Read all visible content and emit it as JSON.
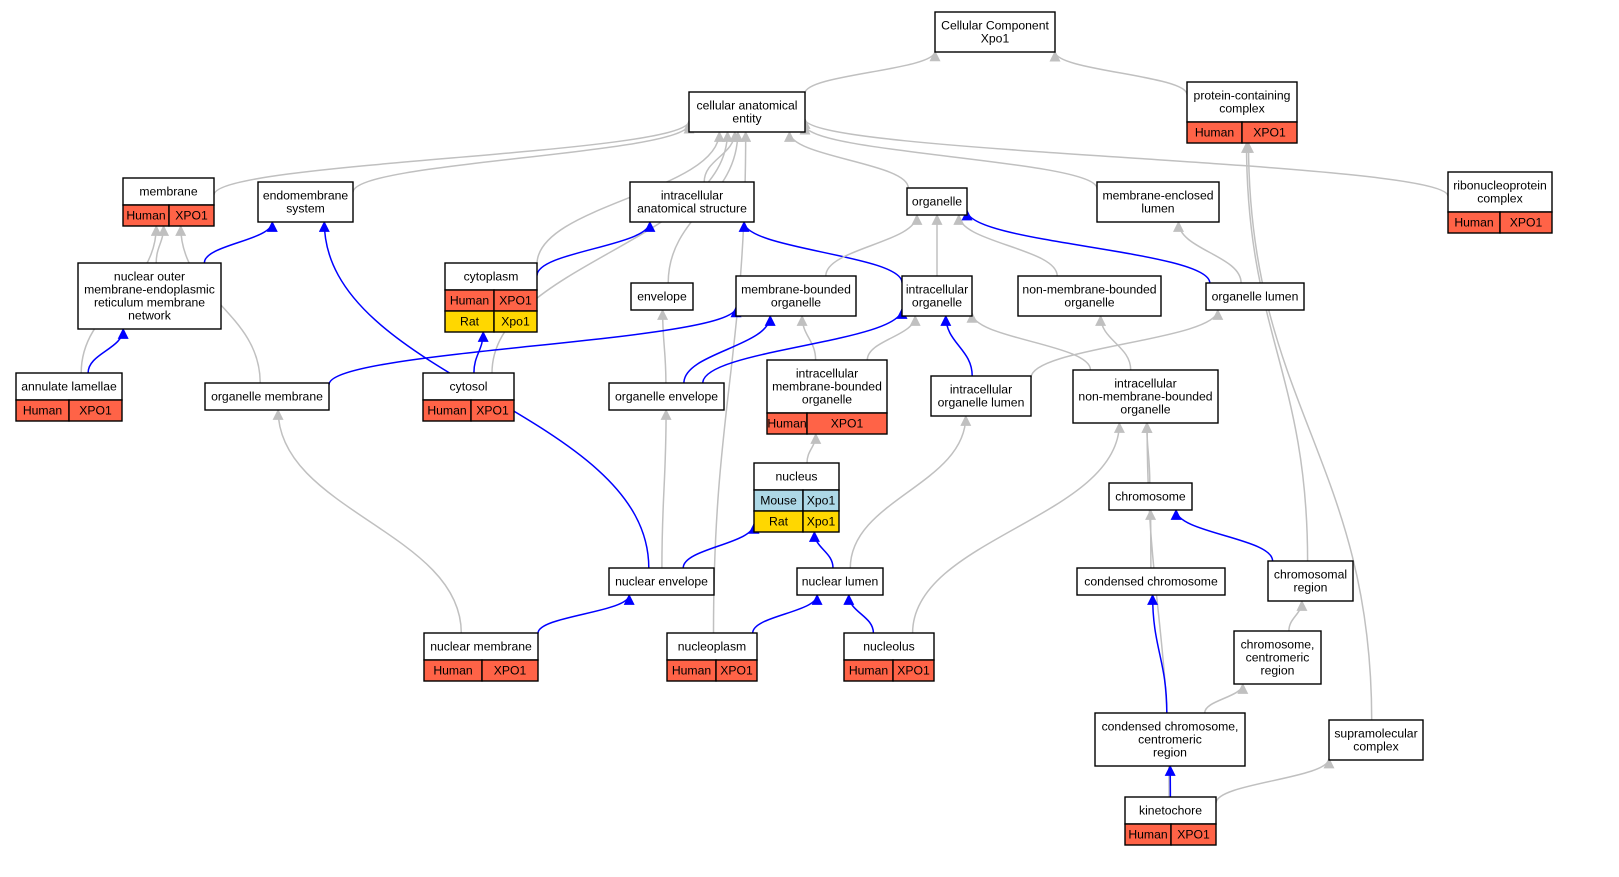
{
  "colors": {
    "human": "#ff6347",
    "mouse": "#add8e6",
    "rat": "#ffd700",
    "is_a_edge": "#c0c0c0",
    "part_of_edge": "#0000ff"
  },
  "nodes": [
    {
      "id": "cc",
      "lines": [
        "Cellular Component",
        "Xpo1"
      ],
      "rows": []
    },
    {
      "id": "cae",
      "lines": [
        "cellular anatomical",
        "entity"
      ],
      "rows": []
    },
    {
      "id": "pcc",
      "lines": [
        "protein-containing",
        "complex"
      ],
      "rows": [
        {
          "species": "Human",
          "gene": "XPO1"
        }
      ]
    },
    {
      "id": "membrane",
      "lines": [
        "membrane"
      ],
      "rows": [
        {
          "species": "Human",
          "gene": "XPO1"
        }
      ]
    },
    {
      "id": "endosys",
      "lines": [
        "endomembrane",
        "system"
      ],
      "rows": []
    },
    {
      "id": "ias",
      "lines": [
        "intracellular",
        "anatomical structure"
      ],
      "rows": []
    },
    {
      "id": "organelle",
      "lines": [
        "organelle"
      ],
      "rows": []
    },
    {
      "id": "mel",
      "lines": [
        "membrane-enclosed",
        "lumen"
      ],
      "rows": []
    },
    {
      "id": "rnp",
      "lines": [
        "ribonucleoprotein",
        "complex"
      ],
      "rows": [
        {
          "species": "Human",
          "gene": "XPO1"
        }
      ]
    },
    {
      "id": "nuc_outer",
      "lines": [
        "nuclear outer",
        "membrane-endoplasmic",
        "reticulum membrane",
        "network"
      ],
      "rows": []
    },
    {
      "id": "cytoplasm",
      "lines": [
        "cytoplasm"
      ],
      "rows": [
        {
          "species": "Human",
          "gene": "XPO1"
        },
        {
          "species": "Rat",
          "gene": "Xpo1"
        }
      ]
    },
    {
      "id": "envelope",
      "lines": [
        "envelope"
      ],
      "rows": []
    },
    {
      "id": "mbo",
      "lines": [
        "membrane-bounded",
        "organelle"
      ],
      "rows": []
    },
    {
      "id": "io",
      "lines": [
        "intracellular",
        "organelle"
      ],
      "rows": []
    },
    {
      "id": "nmbo",
      "lines": [
        "non-membrane-bounded",
        "organelle"
      ],
      "rows": []
    },
    {
      "id": "orglumen",
      "lines": [
        "organelle lumen"
      ],
      "rows": []
    },
    {
      "id": "annulate",
      "lines": [
        "annulate lamellae"
      ],
      "rows": [
        {
          "species": "Human",
          "gene": "XPO1"
        }
      ]
    },
    {
      "id": "orgmem",
      "lines": [
        "organelle membrane"
      ],
      "rows": []
    },
    {
      "id": "cytosol",
      "lines": [
        "cytosol"
      ],
      "rows": [
        {
          "species": "Human",
          "gene": "XPO1"
        }
      ]
    },
    {
      "id": "orgenv",
      "lines": [
        "organelle envelope"
      ],
      "rows": []
    },
    {
      "id": "imbo",
      "lines": [
        "intracellular",
        "membrane-bounded",
        "organelle"
      ],
      "rows": [
        {
          "species": "Human",
          "gene": "XPO1"
        }
      ]
    },
    {
      "id": "iol",
      "lines": [
        "intracellular",
        "organelle lumen"
      ],
      "rows": []
    },
    {
      "id": "inmbo",
      "lines": [
        "intracellular",
        "non-membrane-bounded",
        "organelle"
      ],
      "rows": []
    },
    {
      "id": "nucleus",
      "lines": [
        "nucleus"
      ],
      "rows": [
        {
          "species": "Mouse",
          "gene": "Xpo1"
        },
        {
          "species": "Rat",
          "gene": "Xpo1"
        }
      ]
    },
    {
      "id": "chromosome",
      "lines": [
        "chromosome"
      ],
      "rows": []
    },
    {
      "id": "nucenv",
      "lines": [
        "nuclear envelope"
      ],
      "rows": []
    },
    {
      "id": "nuclumen",
      "lines": [
        "nuclear lumen"
      ],
      "rows": []
    },
    {
      "id": "condchr",
      "lines": [
        "condensed chromosome"
      ],
      "rows": []
    },
    {
      "id": "chrreg",
      "lines": [
        "chromosomal",
        "region"
      ],
      "rows": []
    },
    {
      "id": "nucmem",
      "lines": [
        "nuclear membrane"
      ],
      "rows": [
        {
          "species": "Human",
          "gene": "XPO1"
        }
      ]
    },
    {
      "id": "nucleoplasm",
      "lines": [
        "nucleoplasm"
      ],
      "rows": [
        {
          "species": "Human",
          "gene": "XPO1"
        }
      ]
    },
    {
      "id": "nucleolus",
      "lines": [
        "nucleolus"
      ],
      "rows": [
        {
          "species": "Human",
          "gene": "XPO1"
        }
      ]
    },
    {
      "id": "centreg",
      "lines": [
        "chromosome,",
        "centromeric",
        "region"
      ],
      "rows": []
    },
    {
      "id": "condcent",
      "lines": [
        "condensed chromosome,",
        "centromeric",
        "region"
      ],
      "rows": []
    },
    {
      "id": "supramol",
      "lines": [
        "supramolecular",
        "complex"
      ],
      "rows": []
    },
    {
      "id": "kinetochore",
      "lines": [
        "kinetochore"
      ],
      "rows": [
        {
          "species": "Human",
          "gene": "XPO1"
        }
      ]
    }
  ],
  "edges": [
    {
      "from": "cae",
      "to": "cc",
      "type": "is_a"
    },
    {
      "from": "pcc",
      "to": "cc",
      "type": "is_a"
    },
    {
      "from": "membrane",
      "to": "cae",
      "type": "is_a"
    },
    {
      "from": "endosys",
      "to": "cae",
      "type": "is_a"
    },
    {
      "from": "ias",
      "to": "cae",
      "type": "is_a"
    },
    {
      "from": "organelle",
      "to": "cae",
      "type": "is_a"
    },
    {
      "from": "mel",
      "to": "cae",
      "type": "is_a"
    },
    {
      "from": "rnp",
      "to": "cae",
      "type": "is_a"
    },
    {
      "from": "cytoplasm",
      "to": "cae",
      "type": "is_a"
    },
    {
      "from": "envelope",
      "to": "cae",
      "type": "is_a"
    },
    {
      "from": "cytosol",
      "to": "cae",
      "type": "is_a"
    },
    {
      "from": "nucleoplasm",
      "to": "cae",
      "type": "is_a"
    },
    {
      "from": "chrreg",
      "to": "pcc",
      "type": "is_a"
    },
    {
      "from": "supramol",
      "to": "pcc",
      "type": "is_a"
    },
    {
      "from": "nuc_outer",
      "to": "membrane",
      "type": "is_a"
    },
    {
      "from": "annulate",
      "to": "membrane",
      "type": "is_a"
    },
    {
      "from": "orgmem",
      "to": "membrane",
      "type": "is_a"
    },
    {
      "from": "nuc_outer",
      "to": "endosys",
      "type": "part_of"
    },
    {
      "from": "nucenv",
      "to": "endosys",
      "type": "part_of"
    },
    {
      "from": "cytoplasm",
      "to": "ias",
      "type": "part_of"
    },
    {
      "from": "io",
      "to": "ias",
      "type": "part_of"
    },
    {
      "from": "mbo",
      "to": "organelle",
      "type": "is_a"
    },
    {
      "from": "io",
      "to": "organelle",
      "type": "is_a"
    },
    {
      "from": "nmbo",
      "to": "organelle",
      "type": "is_a"
    },
    {
      "from": "orglumen",
      "to": "organelle",
      "type": "part_of"
    },
    {
      "from": "orglumen",
      "to": "mel",
      "type": "is_a"
    },
    {
      "from": "annulate",
      "to": "nuc_outer",
      "type": "part_of"
    },
    {
      "from": "cytosol",
      "to": "cytoplasm",
      "type": "part_of"
    },
    {
      "from": "orgenv",
      "to": "envelope",
      "type": "is_a"
    },
    {
      "from": "imbo",
      "to": "mbo",
      "type": "is_a"
    },
    {
      "from": "orgmem",
      "to": "mbo",
      "type": "part_of"
    },
    {
      "from": "orgenv",
      "to": "mbo",
      "type": "part_of"
    },
    {
      "from": "imbo",
      "to": "io",
      "type": "is_a"
    },
    {
      "from": "iol",
      "to": "io",
      "type": "part_of"
    },
    {
      "from": "inmbo",
      "to": "io",
      "type": "is_a"
    },
    {
      "from": "orgenv",
      "to": "io",
      "type": "part_of"
    },
    {
      "from": "inmbo",
      "to": "nmbo",
      "type": "is_a"
    },
    {
      "from": "iol",
      "to": "orglumen",
      "type": "is_a"
    },
    {
      "from": "nucleus",
      "to": "imbo",
      "type": "is_a"
    },
    {
      "from": "nuclumen",
      "to": "iol",
      "type": "is_a"
    },
    {
      "from": "chromosome",
      "to": "inmbo",
      "type": "is_a"
    },
    {
      "from": "nucleolus",
      "to": "inmbo",
      "type": "is_a"
    },
    {
      "from": "kinetochore",
      "to": "inmbo",
      "type": "is_a"
    },
    {
      "from": "nucenv",
      "to": "nucleus",
      "type": "part_of"
    },
    {
      "from": "nuclumen",
      "to": "nucleus",
      "type": "part_of"
    },
    {
      "from": "condchr",
      "to": "chromosome",
      "type": "is_a"
    },
    {
      "from": "chrreg",
      "to": "chromosome",
      "type": "part_of"
    },
    {
      "from": "nucenv",
      "to": "orgenv",
      "type": "is_a"
    },
    {
      "from": "nucmem",
      "to": "orgmem",
      "type": "is_a"
    },
    {
      "from": "nucmem",
      "to": "nucenv",
      "type": "part_of"
    },
    {
      "from": "nucleoplasm",
      "to": "nuclumen",
      "type": "part_of"
    },
    {
      "from": "nucleolus",
      "to": "nuclumen",
      "type": "part_of"
    },
    {
      "from": "centreg",
      "to": "chrreg",
      "type": "is_a"
    },
    {
      "from": "condcent",
      "to": "centreg",
      "type": "is_a"
    },
    {
      "from": "condcent",
      "to": "condchr",
      "type": "part_of"
    },
    {
      "from": "kinetochore",
      "to": "condcent",
      "type": "part_of"
    },
    {
      "from": "kinetochore",
      "to": "supramol",
      "type": "is_a"
    }
  ]
}
